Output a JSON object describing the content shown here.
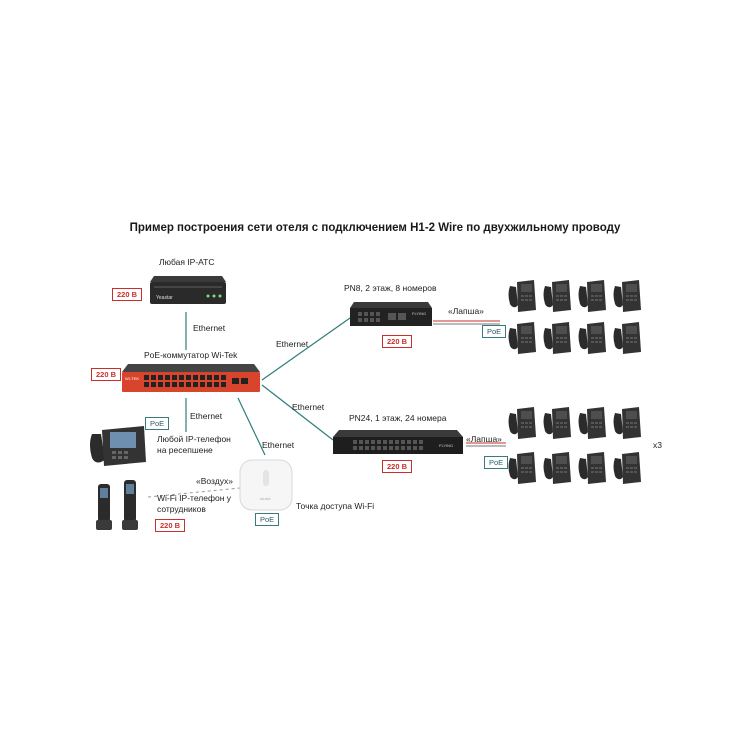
{
  "title": "Пример построения сети отеля с подключением H1-2 Wire по двухжильному проводу",
  "labels": {
    "ipatc": "Любая IP-АТС",
    "switch": "PoE-коммутатор Wi-Tek",
    "pn8": "PN8, 2 этаж, 8 номеров",
    "pn24": "PN24, 1 этаж, 24 номера",
    "desk_phone": "Любой IP-телефон на ресепшене",
    "wifi_phone": "Wi-Fi IP-телефон у сотрудников",
    "access_point": "Точка доступа Wi-Fi",
    "air": "«Воздух»",
    "lapsha1": "«Лапша»",
    "lapsha2": "«Лапша»",
    "multiplier": "x3"
  },
  "links": {
    "ethernet1": "Ethernet",
    "ethernet2": "Ethernet",
    "ethernet3": "Ethernet",
    "ethernet4": "Ethernet",
    "ethernet5": "Ethernet"
  },
  "badges": {
    "v_ipatc": "220 В",
    "v_switch": "220 В",
    "v_pn8": "220 В",
    "v_pn24": "220 В",
    "v_wifi_phone": "220 В",
    "poe_desk": "PoE",
    "poe_ap": "PoE",
    "poe_pn8": "PoE",
    "poe_pn24": "PoE"
  },
  "device_marks": {
    "ipatc_brand": "Yeastar",
    "pn8_brand": "FLYING",
    "pn24_brand": "FLYING",
    "switch_brand": "WI-TEK"
  },
  "colors": {
    "link": "#2e7d7a",
    "lapsha": "#c9302c",
    "voltage": "#c9302c",
    "poe": "#3a7a7a"
  }
}
